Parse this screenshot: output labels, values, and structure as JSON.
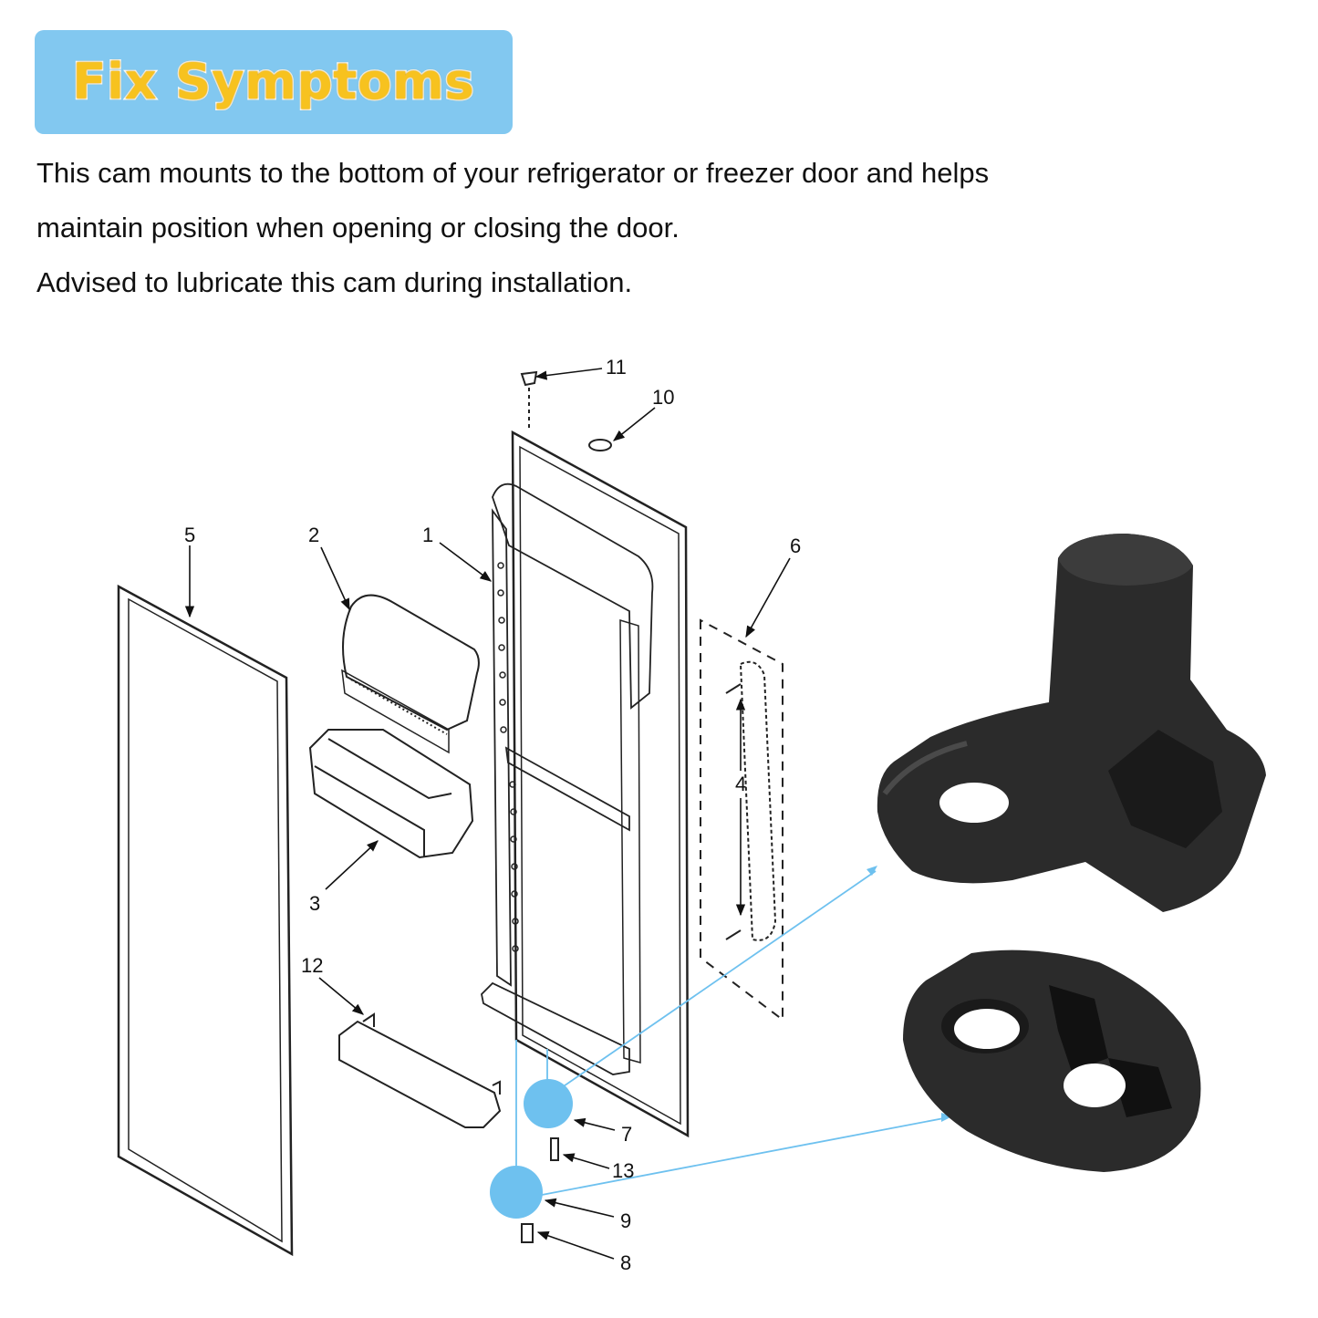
{
  "header": {
    "title": "Fix Symptoms"
  },
  "description": {
    "line1": "This cam mounts to the bottom of your refrigerator or freezer door and helps",
    "line2": "maintain position when opening or closing the door.",
    "line3": "Advised to lubricate this cam during installation."
  },
  "diagram": {
    "callouts": {
      "c1": "1",
      "c2": "2",
      "c3": "3",
      "c4": "4",
      "c5": "5",
      "c6": "6",
      "c7": "7",
      "c8": "8",
      "c9": "9",
      "c10": "10",
      "c11": "11",
      "c12": "12",
      "c13": "13"
    },
    "highlight_color": "#6ec1ef",
    "icons": [
      "door-cam-photo-icon",
      "door-cam-base-photo-icon"
    ]
  }
}
